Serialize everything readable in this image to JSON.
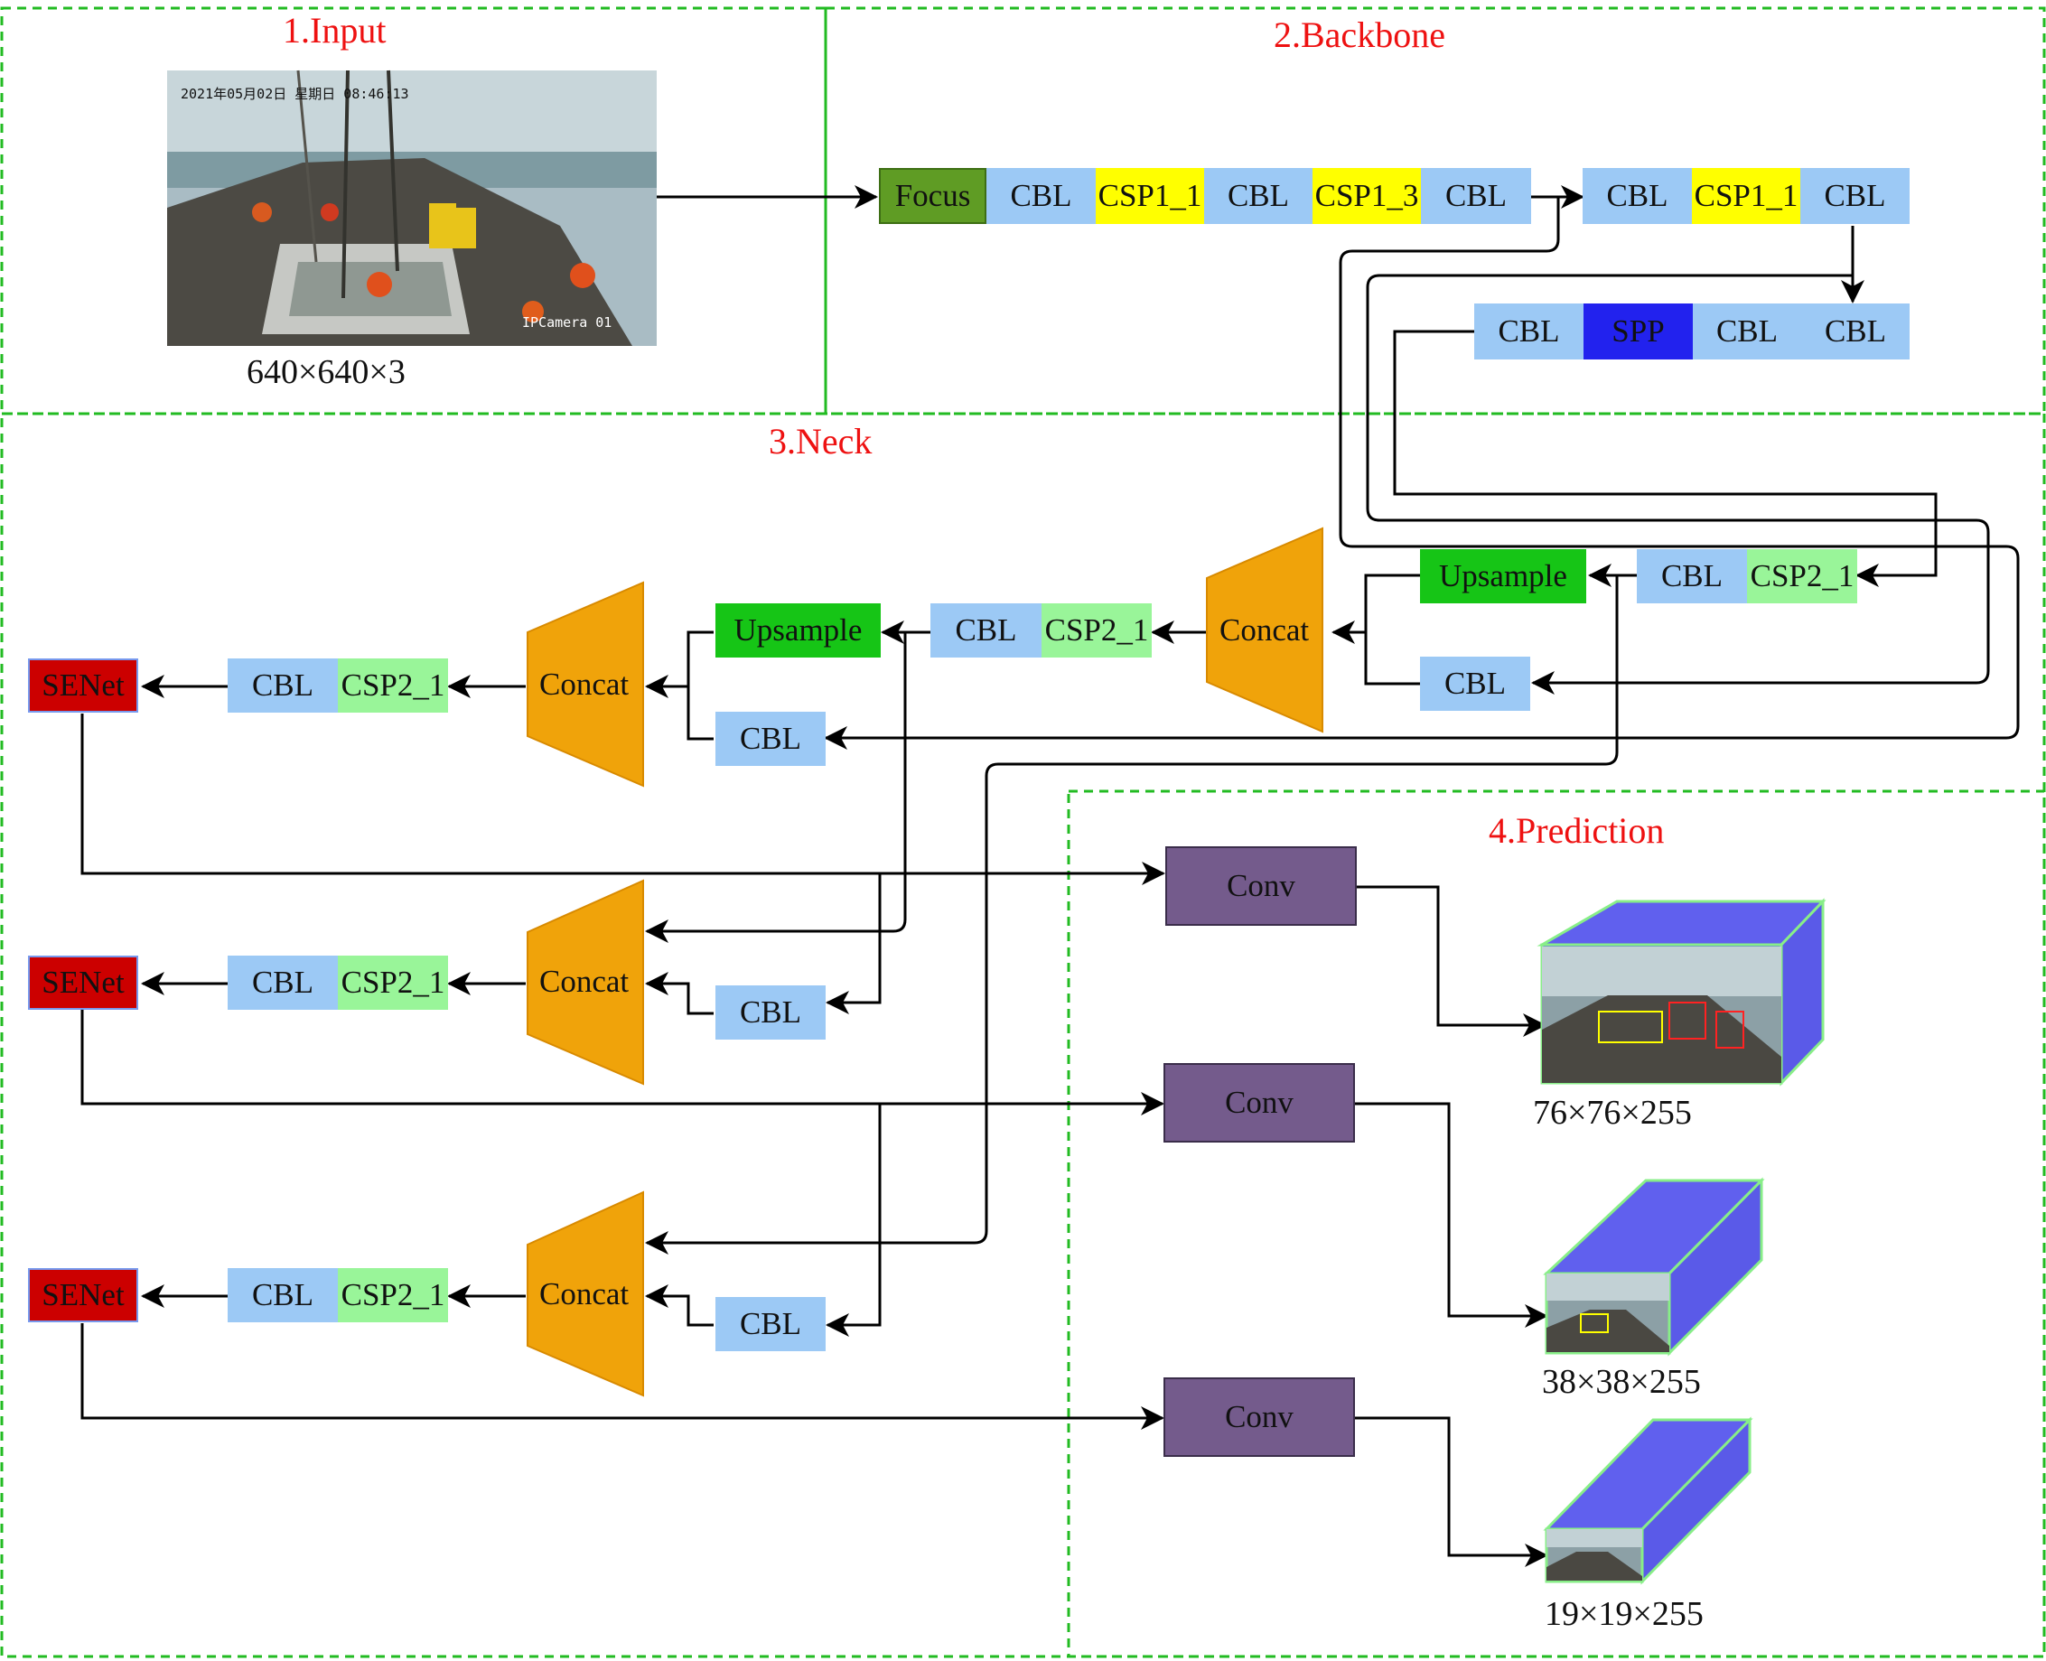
{
  "sections": {
    "input": "1.Input",
    "backbone": "2.Backbone",
    "neck": "3.Neck",
    "prediction": "4.Prediction"
  },
  "input": {
    "photo_timestamp": "2021年05月02日 星期日 08:46:13",
    "photo_camera": "IPCamera 01",
    "size_label": "640×640×3"
  },
  "backbone": {
    "row1": [
      "Focus",
      "CBL",
      "CSP1_1",
      "CBL",
      "CSP1_3",
      "CBL"
    ],
    "row2": [
      "CBL",
      "CSP1_1",
      "CBL"
    ],
    "row3": [
      "CBL",
      "SPP",
      "CBL",
      "CBL"
    ]
  },
  "neck": {
    "upsample": "Upsample",
    "cbl": "CBL",
    "csp2": "CSP2_1",
    "concat": "Concat",
    "senet": "SENet"
  },
  "prediction": {
    "conv": "Conv",
    "outputs": [
      "76×76×255",
      "38×38×255",
      "19×19×255"
    ]
  },
  "colors": {
    "section_border": "#22bb22",
    "section_title": "#ee1111",
    "cbl": "#9cc9f5",
    "csp1": "#ffff00",
    "csp2": "#99f599",
    "focus": "#5f9c24",
    "spp": "#2222ee",
    "upsample": "#16c516",
    "concat": "#f0a30a",
    "senet": "#cc0000",
    "conv": "#745b8c",
    "cube": "#5a5ae8"
  }
}
